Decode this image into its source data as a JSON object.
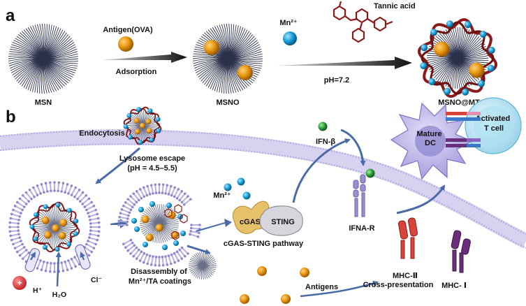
{
  "panel_a": {
    "letter": "a",
    "antigen_label": "Antigen(OVA)",
    "adsorption_label": "Adsorption",
    "mn_label": "Mn²⁺",
    "tannic_label": "Tannic acid",
    "ph_label": "pH=7.2",
    "msn_label": "MSN",
    "msno_label": "MSNO",
    "msnomt_label": "MSNO@MT"
  },
  "panel_b": {
    "letter": "b",
    "endocytosis": "Endocytosis",
    "lysosome_escape": "Lysosome escape",
    "lysosome_ph": "(pH = 4.5–5.5)",
    "mn_label": "Mn²⁺",
    "cgas": "cGAS",
    "sting": "STING",
    "pathway": "cGAS-STING pathway",
    "ifn_beta": "IFN-β",
    "ifna_r": "IFNA-R",
    "mature_dc": "Mature DC",
    "activated_t": "Activated T cell",
    "mhc2": "MHC-Ⅱ",
    "mhc1": "MHC- Ⅰ",
    "cross_presentation": "Cross-presentation",
    "antigens": "Antigens",
    "disassembly": "Disassembly of Mn²⁺/TA coatings",
    "h_plus": "H⁺",
    "plus_sign": "+",
    "h2o": "H₂O",
    "cl_minus": "Cl⁻"
  },
  "colors": {
    "antigen_orange": "#e8960f",
    "mn_blue": "#1aa0d8",
    "tannic_red": "#8b1a1a",
    "membrane_purple": "#c9c2ea",
    "dc_purple": "#b4aee6",
    "tcell_cyan": "#bfe6f3",
    "arrow_dark": "#222222",
    "arrow_blue": "#4a6aa8",
    "mhc2_red": "#d8443a",
    "mhc1_purple": "#6a2f7a",
    "ifn_green": "#2a9a3a"
  }
}
